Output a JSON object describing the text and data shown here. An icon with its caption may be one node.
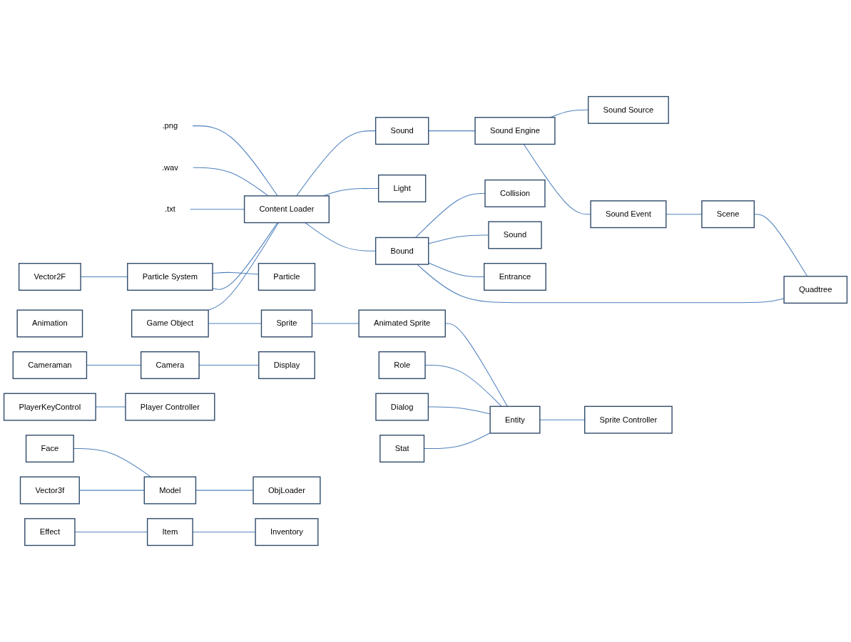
{
  "diagram": {
    "nodes": [
      {
        "text": [
          "Vector2F"
        ]
      },
      {
        "text": [
          ".png"
        ]
      },
      {
        "text": [
          ".wav"
        ]
      },
      {
        "text": [
          ".txt"
        ]
      },
      {
        "text": [
          "Particle System"
        ]
      },
      {
        "text": [
          "Content Loader"
        ]
      },
      {
        "text": [
          "Game Object"
        ]
      },
      {
        "text": [
          "Collision"
        ]
      },
      {
        "text": [
          "Particle"
        ]
      },
      {
        "text": [
          "Sound"
        ]
      },
      {
        "text": [
          "Light"
        ]
      },
      {
        "text": [
          "Bound"
        ]
      },
      {
        "text": [
          "Sound"
        ]
      },
      {
        "text": [
          "Sprite"
        ]
      },
      {
        "text": [
          "Entrance"
        ]
      },
      {
        "text": [
          "Sound Engine"
        ]
      },
      {
        "text": [
          "Sound Source"
        ]
      },
      {
        "text": [
          "Animation"
        ]
      },
      {
        "text": [
          "Animated Sprite"
        ]
      },
      {
        "text": [
          "Cameraman"
        ]
      },
      {
        "text": [
          "Sound Event"
        ]
      },
      {
        "text": [
          "Role"
        ]
      },
      {
        "text": [
          "Entity"
        ]
      },
      {
        "text": [
          "Dialog"
        ]
      },
      {
        "text": [
          "Scene"
        ]
      },
      {
        "text": [
          "Camera"
        ]
      },
      {
        "text": [
          "Stat"
        ]
      },
      {
        "text": [
          "Sprite Controller"
        ]
      },
      {
        "text": [
          "Quadtree"
        ]
      },
      {
        "text": [
          "Display"
        ]
      },
      {
        "text": [
          "PlayerKeyControl"
        ]
      },
      {
        "text": [
          "Player Controller"
        ]
      },
      {
        "text": [
          "Face"
        ]
      },
      {
        "text": [
          "Model"
        ]
      },
      {
        "text": [
          "ObjLoader"
        ]
      },
      {
        "text": [
          "Vector3f"
        ]
      },
      {
        "text": [
          "Effect"
        ]
      },
      {
        "text": [
          "Item"
        ]
      },
      {
        "text": [
          "Inventory"
        ]
      }
    ],
    "edges": [
      {
        "from": 0,
        "to": 4,
        "arrow": "none"
      },
      {
        "from": 4,
        "to": 8,
        "arrow": "none"
      },
      {
        "from": 4,
        "to": 5,
        "arrow": "none"
      },
      {
        "from": 1,
        "to": 5,
        "arrow": "none"
      },
      {
        "from": 2,
        "to": 5,
        "arrow": "none"
      },
      {
        "from": 3,
        "to": 5,
        "arrow": "none"
      },
      {
        "from": 6,
        "to": 5,
        "arrow": "none"
      },
      {
        "from": 5,
        "to": 9,
        "arrow": "none"
      },
      {
        "from": 5,
        "to": 10,
        "arrow": "none"
      },
      {
        "from": 5,
        "to": 11,
        "arrow": "none"
      },
      {
        "from": 11,
        "to": 7,
        "arrow": "none"
      },
      {
        "from": 11,
        "to": 12,
        "arrow": "none"
      },
      {
        "from": 11,
        "to": 14,
        "arrow": "none"
      },
      {
        "from": 6,
        "to": 13,
        "arrow": "none"
      },
      {
        "from": 13,
        "to": 18,
        "arrow": "none"
      },
      {
        "from": 9,
        "to": 15,
        "arrow": "none"
      },
      {
        "from": 15,
        "to": 16,
        "arrow": "none"
      },
      {
        "from": 15,
        "to": 20,
        "arrow": "none"
      },
      {
        "from": 18,
        "to": 22,
        "arrow": "none"
      },
      {
        "from": 21,
        "to": 22,
        "arrow": "none"
      },
      {
        "from": 23,
        "to": 22,
        "arrow": "none"
      },
      {
        "from": 26,
        "to": 22,
        "arrow": "none"
      },
      {
        "from": 22,
        "to": 27,
        "arrow": "none"
      },
      {
        "from": 20,
        "to": 24,
        "arrow": "none"
      },
      {
        "from": 24,
        "to": 28,
        "arrow": "none"
      },
      {
        "from": 11,
        "to": 28,
        "arrow": "none"
      },
      {
        "from": 19,
        "to": 25,
        "arrow": "none"
      },
      {
        "from": 25,
        "to": 29,
        "arrow": "none"
      },
      {
        "from": 30,
        "to": 31,
        "arrow": "none"
      },
      {
        "from": 32,
        "to": 33,
        "arrow": "none"
      },
      {
        "from": 35,
        "to": 33,
        "arrow": "none"
      },
      {
        "from": 33,
        "to": 34,
        "arrow": "none"
      },
      {
        "from": 36,
        "to": 37,
        "arrow": "none"
      },
      {
        "from": 37,
        "to": 38,
        "arrow": "none"
      }
    ]
  }
}
